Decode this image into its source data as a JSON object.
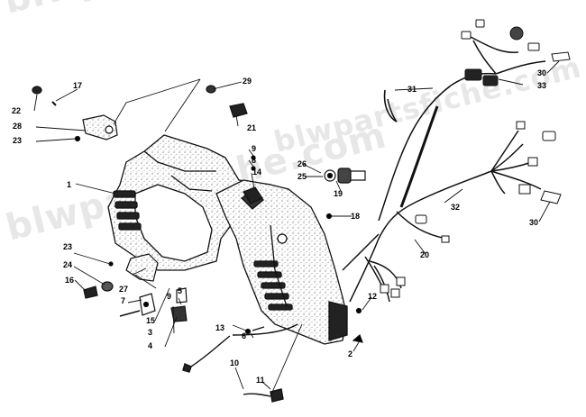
{
  "watermarks": [
    "blwpartsfiche.com",
    "blwpartsfiche.com",
    "blwpartsfiche.com"
  ],
  "callouts": [
    "1",
    "2",
    "3",
    "4",
    "5",
    "6",
    "7",
    "8",
    "9",
    "9",
    "10",
    "11",
    "12",
    "13",
    "14",
    "15",
    "16",
    "17",
    "18",
    "19",
    "20",
    "21",
    "22",
    "23",
    "23",
    "24",
    "25",
    "26",
    "27",
    "28",
    "29",
    "30",
    "30",
    "31",
    "32",
    "33"
  ]
}
